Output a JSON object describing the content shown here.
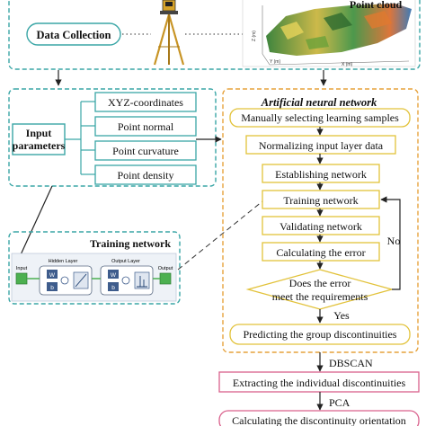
{
  "top": {
    "data_collection": "Data Collection",
    "point_cloud_title": "Point cloud",
    "axis_z": "Z (m)",
    "axis_y": "Y (m)",
    "axis_x": "X (m)"
  },
  "input_parameters": {
    "title": "Input parameters",
    "title_line1": "Input",
    "title_line2": "parameters",
    "items": [
      "XYZ-coordinates",
      "Point normal",
      "Point curvature",
      "Point density"
    ]
  },
  "training_panel": {
    "title": "Training network",
    "input": "Input",
    "hidden_layer": "Hidden Layer",
    "output_layer": "Output Layer",
    "output": "Output",
    "w": "W",
    "b": "b"
  },
  "ann": {
    "title": "Artificial neural network",
    "steps": [
      "Manually selecting learning samples",
      "Normalizing input layer data",
      "Establishing network",
      "Training network",
      "Validating network",
      "Calculating the error"
    ],
    "decision_line1": "Does the error",
    "decision_line2": "meet the requirements",
    "yes": "Yes",
    "no": "No",
    "final": "Predicting the group discontinuities"
  },
  "bottom": {
    "dbscan": "DBSCAN",
    "extract": "Extracting the individual discontinuities",
    "pca": "PCA",
    "orientation": "Calculating the discontinuity orientation"
  },
  "colors": {
    "teal_dash": "#3aa6a6",
    "orange_dash": "#e6a23c",
    "yellow_box": "#e2c23a",
    "pink_box": "#d9608c",
    "arrow": "#222222"
  }
}
